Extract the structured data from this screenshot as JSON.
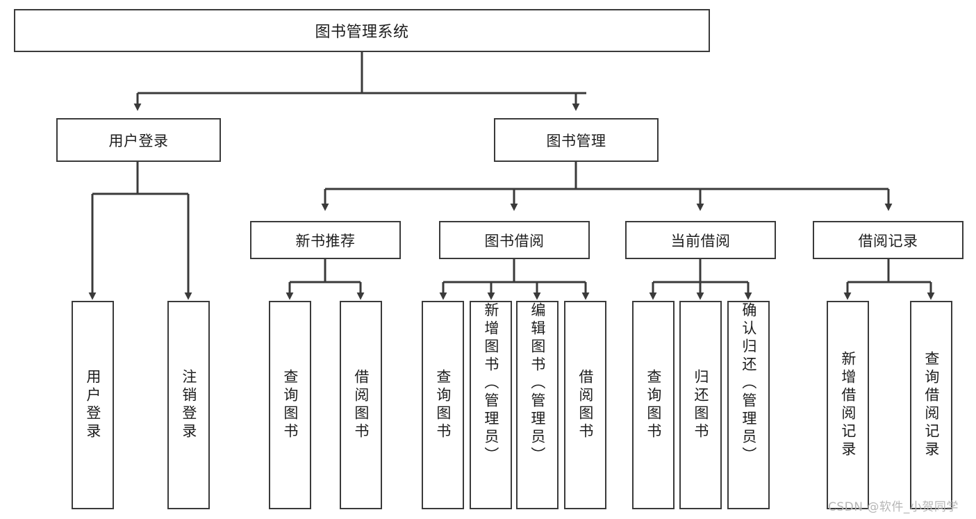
{
  "diagram": {
    "title": "图书管理系统",
    "type": "functional-structure-tree",
    "stroke_color": "#3a3a3a",
    "background_color": "#ffffff",
    "watermark": "CSDN @软件_小贺同学",
    "levels": {
      "root": {
        "label": "图书管理系统"
      },
      "level1": [
        {
          "id": "user-login",
          "label": "用户登录"
        },
        {
          "id": "book-management",
          "label": "图书管理"
        }
      ],
      "level2": [
        {
          "id": "new-book-recommend",
          "label": "新书推荐",
          "parent": "book-management"
        },
        {
          "id": "book-borrow",
          "label": "图书借阅",
          "parent": "book-management"
        },
        {
          "id": "current-borrow",
          "label": "当前借阅",
          "parent": "book-management"
        },
        {
          "id": "borrow-record",
          "label": "借阅记录",
          "parent": "book-management"
        }
      ],
      "leaves": {
        "user-login": [
          {
            "id": "leaf-user-login",
            "label": "用户登录"
          },
          {
            "id": "leaf-user-logout",
            "label": "注销登录"
          }
        ],
        "new-book-recommend": [
          {
            "id": "leaf-query-book-1",
            "label": "查询图书"
          },
          {
            "id": "leaf-borrow-book-1",
            "label": "借阅图书"
          }
        ],
        "book-borrow": [
          {
            "id": "leaf-query-book-2",
            "label": "查询图书"
          },
          {
            "id": "leaf-add-book",
            "label": "新增图书（管理员）"
          },
          {
            "id": "leaf-edit-book",
            "label": "编辑图书（管理员）"
          },
          {
            "id": "leaf-borrow-book-2",
            "label": "借阅图书"
          }
        ],
        "current-borrow": [
          {
            "id": "leaf-query-book-3",
            "label": "查询图书"
          },
          {
            "id": "leaf-return-book",
            "label": "归还图书"
          },
          {
            "id": "leaf-confirm-return",
            "label": "确认归还（管理员）"
          }
        ],
        "borrow-record": [
          {
            "id": "leaf-add-record",
            "label": "新增借阅记录"
          },
          {
            "id": "leaf-query-record",
            "label": "查询借阅记录"
          }
        ]
      }
    }
  }
}
